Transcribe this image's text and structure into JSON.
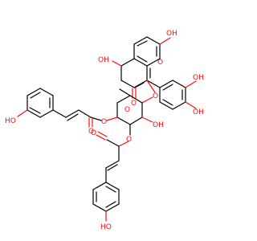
{
  "molecule": {
    "atom_colors": {
      "oxygen": "#ff0d0d",
      "carbon_bond": "#000000",
      "background": "#ffffff"
    },
    "labels": {
      "oh_a_ring_top": "OH",
      "oh_a_ring_5": "OH",
      "o_ring_c": "O",
      "o_ketone": "O",
      "oh_b_ring_3": "OH",
      "oh_b_ring_4": "OH",
      "o_glycosidic": "O",
      "o_sugar_ring": "O",
      "oh_sugar_2": "OH",
      "o_ester_1": "O",
      "o_ester_1_carbonyl": "O",
      "o_ester_2": "O",
      "o_ester_2_carbonyl": "O",
      "oh_coumaroyl_1": "HO",
      "oh_coumaroyl_2": "HO"
    }
  }
}
